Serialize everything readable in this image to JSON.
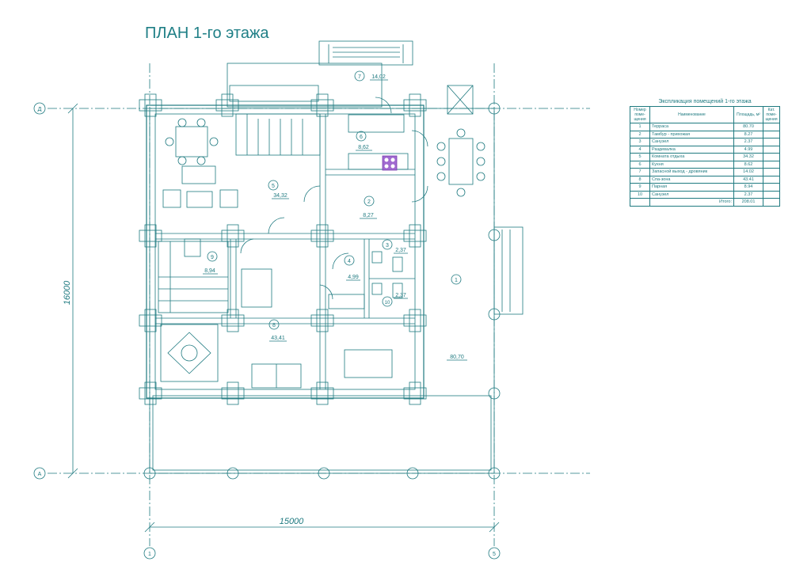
{
  "title": "ПЛАН 1-го этажа",
  "axes": {
    "top": "Д",
    "bottom": "А",
    "left": "1",
    "right": "5"
  },
  "dimensions": {
    "width": "15000",
    "height": "16000"
  },
  "rooms": [
    {
      "num": "1",
      "area": "80,70"
    },
    {
      "num": "2",
      "area": "8,27"
    },
    {
      "num": "3",
      "area": "2,37"
    },
    {
      "num": "4",
      "area": "4,99"
    },
    {
      "num": "5",
      "area": "34,32"
    },
    {
      "num": "6",
      "area": "8,62"
    },
    {
      "num": "7",
      "area": "14,02"
    },
    {
      "num": "8",
      "area": "43,41"
    },
    {
      "num": "9",
      "area": "8,94"
    },
    {
      "num": "10",
      "area": "2,37"
    }
  ],
  "explication": {
    "title": "Экспликация помещений 1-го этажа",
    "headers": [
      "Номер поме- щения",
      "Наименование",
      "Площадь, м²",
      "Кат. поме- щения"
    ],
    "rows": [
      {
        "num": "1",
        "name": "Терраса",
        "area": "80.70"
      },
      {
        "num": "2",
        "name": "Тамбур - прихожая",
        "area": "8.27"
      },
      {
        "num": "3",
        "name": "Санузел",
        "area": "2.37"
      },
      {
        "num": "4",
        "name": "Раздевалка",
        "area": "4.99"
      },
      {
        "num": "5",
        "name": "Комната отдыха",
        "area": "34.32"
      },
      {
        "num": "6",
        "name": "Кухня",
        "area": "8.62"
      },
      {
        "num": "7",
        "name": "Запасной выход - дровяник",
        "area": "14.02"
      },
      {
        "num": "8",
        "name": "Спа-зона",
        "area": "43.41"
      },
      {
        "num": "9",
        "name": "Парная",
        "area": "8.94"
      },
      {
        "num": "10",
        "name": "Санузел",
        "area": "2.37"
      }
    ],
    "total_label": "Итого:",
    "total_value": "208.01"
  }
}
